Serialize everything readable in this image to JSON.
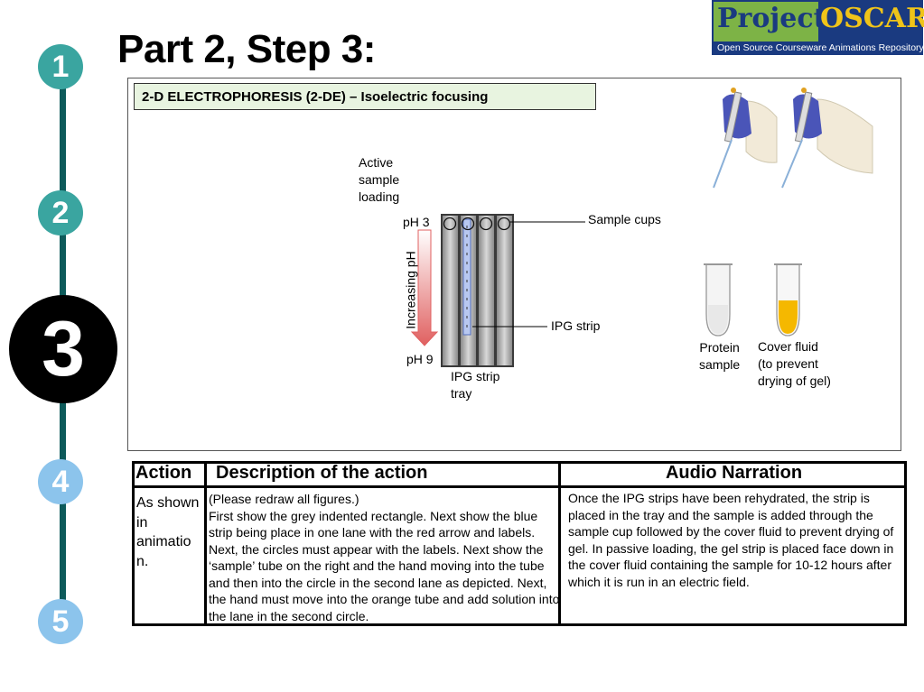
{
  "title": "Part 2, Step 3:",
  "steps": [
    {
      "label": "1",
      "state": "done",
      "color": "#3aa5a0"
    },
    {
      "label": "2",
      "state": "done",
      "color": "#3aa5a0"
    },
    {
      "label": "3",
      "state": "current",
      "color": "#000000"
    },
    {
      "label": "4",
      "state": "upcoming",
      "color": "#8cc4ec"
    },
    {
      "label": "5",
      "state": "upcoming",
      "color": "#8cc4ec"
    }
  ],
  "logo": {
    "word1": "Project",
    "word2": "OSCAR",
    "subtitle": "Open Source Courseware Animations Repository"
  },
  "animation": {
    "header": "2-D ELECTROPHORESIS (2-DE) – Isoelectric focusing",
    "labels": {
      "active_loading": "Active\nsample\nloading",
      "ph3": "pH 3",
      "ph9": "pH 9",
      "increasing_ph": "Increasing  pH",
      "sample_cups": "Sample cups",
      "ipg_strip": "IPG strip",
      "ipg_strip_tray": "IPG strip\ntray",
      "protein_sample": "Protein\nsample",
      "cover_fluid": "Cover fluid\n(to prevent\ndrying of gel)"
    },
    "icons": [
      "pipette-hand-icon",
      "pipette-hand-icon",
      "protein-sample-tube-icon",
      "cover-fluid-tube-icon"
    ],
    "colors": {
      "arrow": "#e06060",
      "strip": "#b8c8f0",
      "cover_fluid": "#f5b800"
    }
  },
  "table": {
    "headers": {
      "action": "Action",
      "description": "Description of the action",
      "narration": "Audio Narration"
    },
    "row": {
      "action": "As shown in animatio n.",
      "description": "(Please redraw all figures.)\nFirst show the grey indented rectangle. Next show the blue strip being place in one lane with the red arrow and labels. Next, the circles must appear with the labels. Next show the ‘sample’ tube on the right and the hand moving into the tube and then into the circle in the second lane as depicted. Next, the hand must move into the orange tube and add solution into the lane in the second circle.",
      "narration": "Once the IPG strips have been rehydrated, the strip is placed in the tray and the sample is added through the sample cup followed by the cover fluid to prevent drying of gel. In passive loading, the gel strip is placed face down in the cover fluid containing the sample for 10-12 hours after which it is run in an electric field."
    }
  }
}
